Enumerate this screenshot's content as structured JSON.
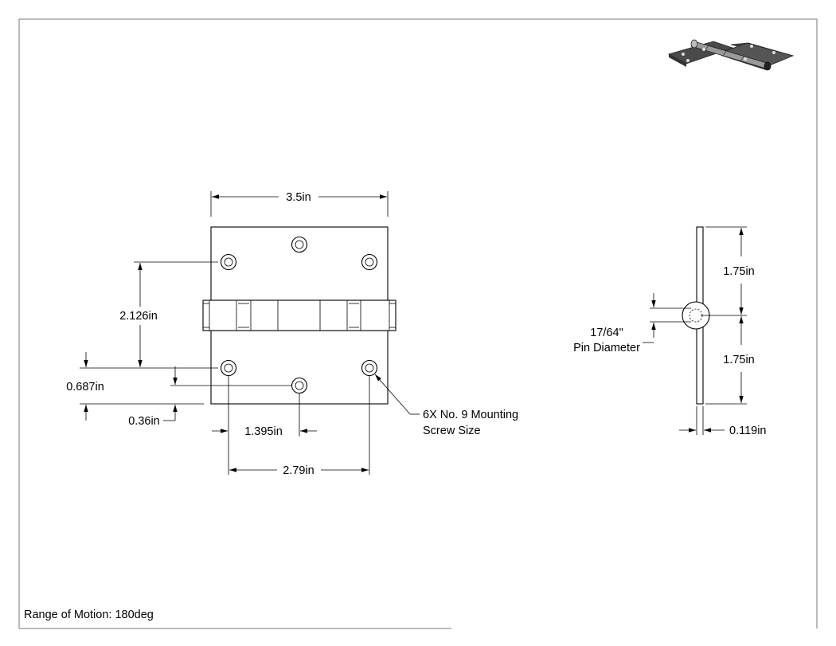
{
  "drawing": {
    "front_view": {
      "overall_width": "3.5in",
      "hole_vertical_spacing": "2.126in",
      "hole_offset_low": "0.687in",
      "edge_offset": "0.36in",
      "hole_half_spacing": "1.395in",
      "hole_spacing": "2.79in",
      "screw_note_line1": "6X No. 9 Mounting",
      "screw_note_line2": "Screw Size"
    },
    "side_view": {
      "leaf_height_top": "1.75in",
      "leaf_height_bottom": "1.75in",
      "pin_diameter_value": "17/64\"",
      "pin_diameter_label": "Pin Diameter",
      "leaf_thickness": "0.119in"
    },
    "notes": {
      "range_of_motion": "Range of Motion: 180deg"
    },
    "colors": {
      "line": "#000000",
      "frame": "#777777",
      "iso_dark": "#4a4a4a",
      "iso_light": "#9a9a9a"
    }
  }
}
